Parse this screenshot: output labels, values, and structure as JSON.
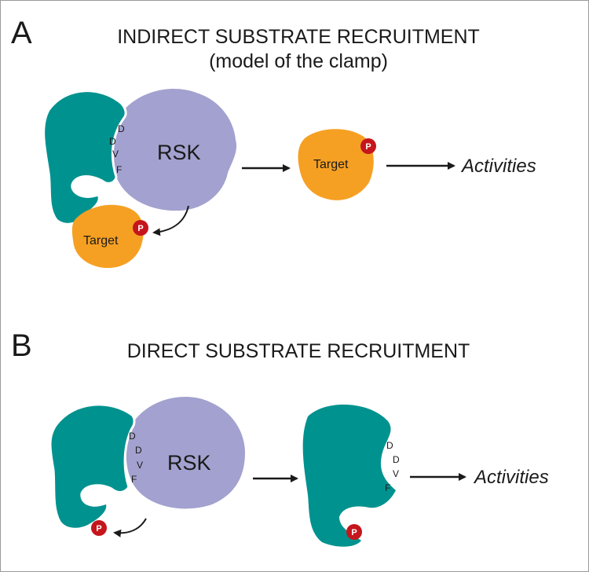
{
  "panel_a": {
    "letter": "A",
    "title": "INDIRECT SUBSTRATE RECRUITMENT",
    "subtitle": "(model of the clamp)",
    "rsk_label": "RSK",
    "motif": [
      "D",
      "D",
      "V",
      "F"
    ],
    "target_label": "Target",
    "target_label_2": "Target",
    "phospho_label": "P",
    "phospho_label_2": "P",
    "activities_label": "Activities"
  },
  "panel_b": {
    "letter": "B",
    "title": "DIRECT SUBSTRATE RECRUITMENT",
    "rsk_label": "RSK",
    "motif": [
      "D",
      "D",
      "V",
      "F"
    ],
    "motif_2": [
      "D",
      "D",
      "V",
      "F"
    ],
    "phospho_label": "P",
    "phospho_label_2": "P",
    "activities_label": "Activities"
  },
  "colors": {
    "scaffold": "#00928f",
    "rsk": "#a3a1cf",
    "target": "#f6a023",
    "phospho": "#c4161c",
    "arrow": "#1a1a1a"
  }
}
